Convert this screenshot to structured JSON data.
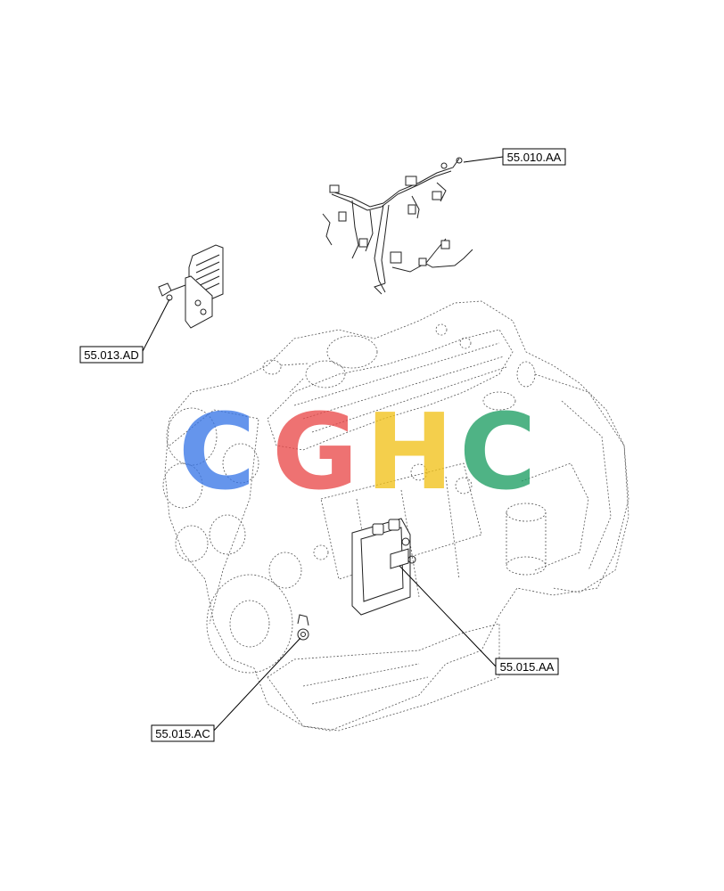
{
  "callouts": {
    "wiring_harness": "55.010.AA",
    "filter_bracket": "55.013.AD",
    "ecu": "55.015.AA",
    "sensor": "55.015.AC"
  },
  "watermark": {
    "letters": [
      "C",
      "G",
      "H",
      "C"
    ],
    "colors": [
      "#3b78e7",
      "#ea4b4b",
      "#f2c21b",
      "#1e9e64"
    ]
  }
}
